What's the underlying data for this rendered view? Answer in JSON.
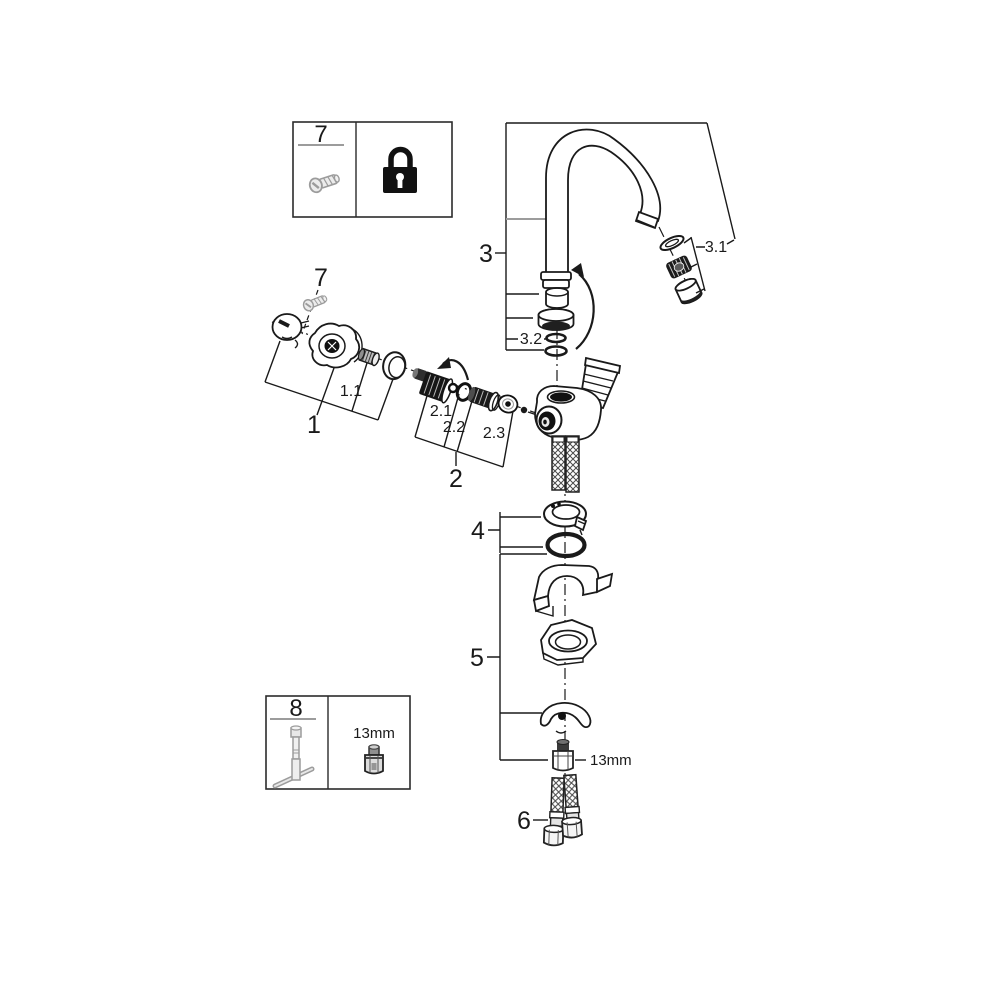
{
  "diagram": {
    "background": "#ffffff",
    "line_color": "#1a1a1a",
    "gray_color": "#9c9c9c",
    "callouts": {
      "part1": "1",
      "part1_1": "1.1",
      "part2": "2",
      "part2_1": "2.1",
      "part2_2": "2.2",
      "part2_3": "2.3",
      "part3": "3",
      "part3_1": "3.1",
      "part3_2": "3.2",
      "part4": "4",
      "part5": "5",
      "part6": "6",
      "part7": "7"
    },
    "tool_boxes": {
      "box7": {
        "number": "7",
        "icons": [
          "screw-icon",
          "padlock-icon"
        ]
      },
      "box8": {
        "number": "8",
        "size_label": "13mm",
        "icons": [
          "socket-wrench-icon",
          "socket-bit-icon"
        ]
      }
    },
    "notes": {
      "bolt_wrench_size": "13mm"
    }
  }
}
